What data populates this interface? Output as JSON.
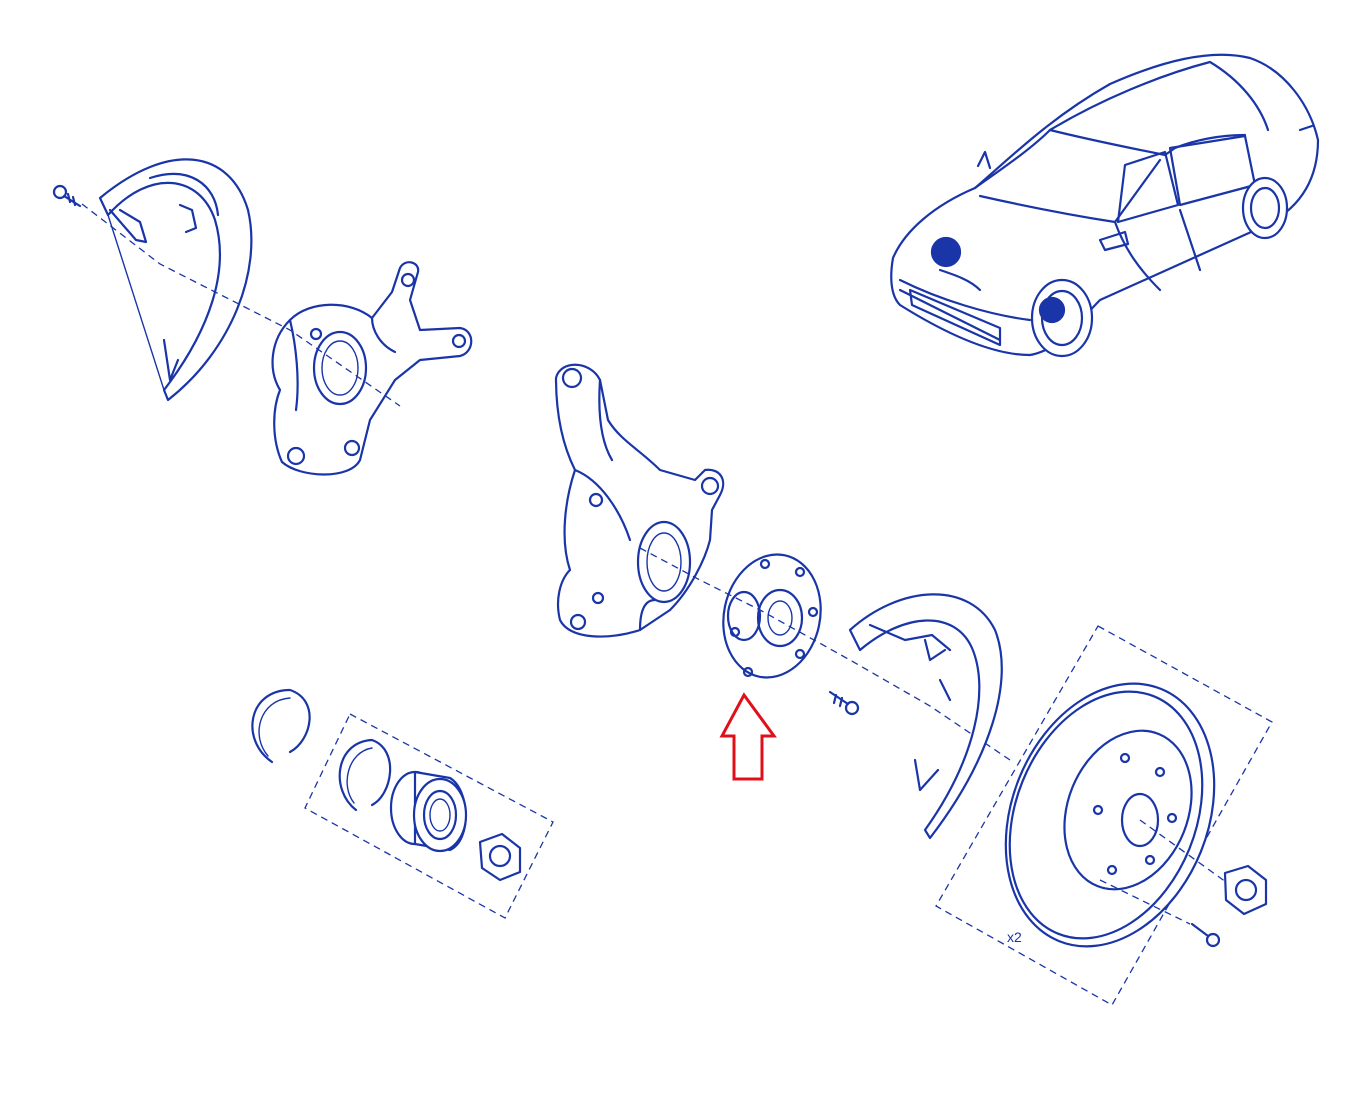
{
  "colors": {
    "ink": "#1a35a8",
    "highlight": "#e0101a",
    "background": "#ffffff"
  },
  "labels": {
    "disc_quantity": "x2"
  },
  "highlighted_part": "wheel-hub",
  "icons": [
    "car-illustration",
    "red-up-arrow"
  ]
}
